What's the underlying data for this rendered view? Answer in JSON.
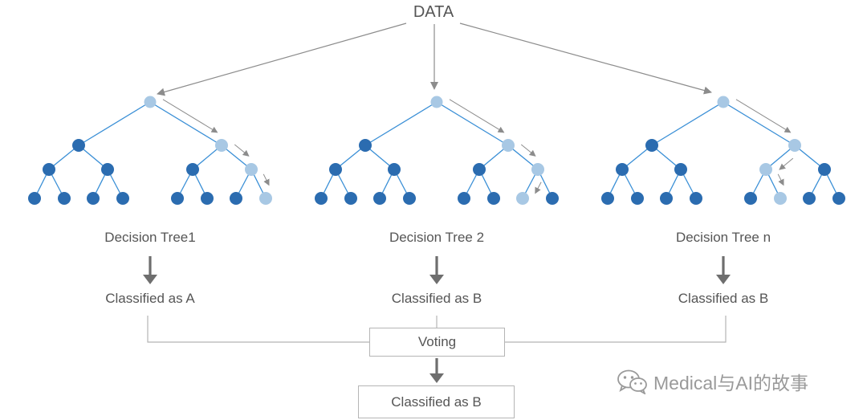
{
  "title": "DATA",
  "colors": {
    "dark_node": "#2b6cb0",
    "light_node": "#a8c8e4",
    "tree_edge": "#3a8fd6",
    "arrow": "#8c8c8c",
    "bold_arrow": "#6e6e6e",
    "box_line": "#b5b5b5",
    "text": "#555555"
  },
  "trees": [
    {
      "label": "Decision Tree1",
      "result": "Classified as A",
      "path": [
        "root",
        "R",
        "RR",
        "RRR"
      ]
    },
    {
      "label": "Decision Tree 2",
      "result": "Classified as B",
      "path": [
        "root",
        "R",
        "RR",
        "RRL"
      ]
    },
    {
      "label": "Decision Tree n",
      "result": "Classified as B",
      "path": [
        "root",
        "R",
        "RL",
        "RLR"
      ]
    }
  ],
  "voting": {
    "label": "Voting"
  },
  "final": {
    "label": "Classified as B"
  },
  "watermark": {
    "icon": "wechat-icon",
    "text": "Medical与AI的故事"
  }
}
